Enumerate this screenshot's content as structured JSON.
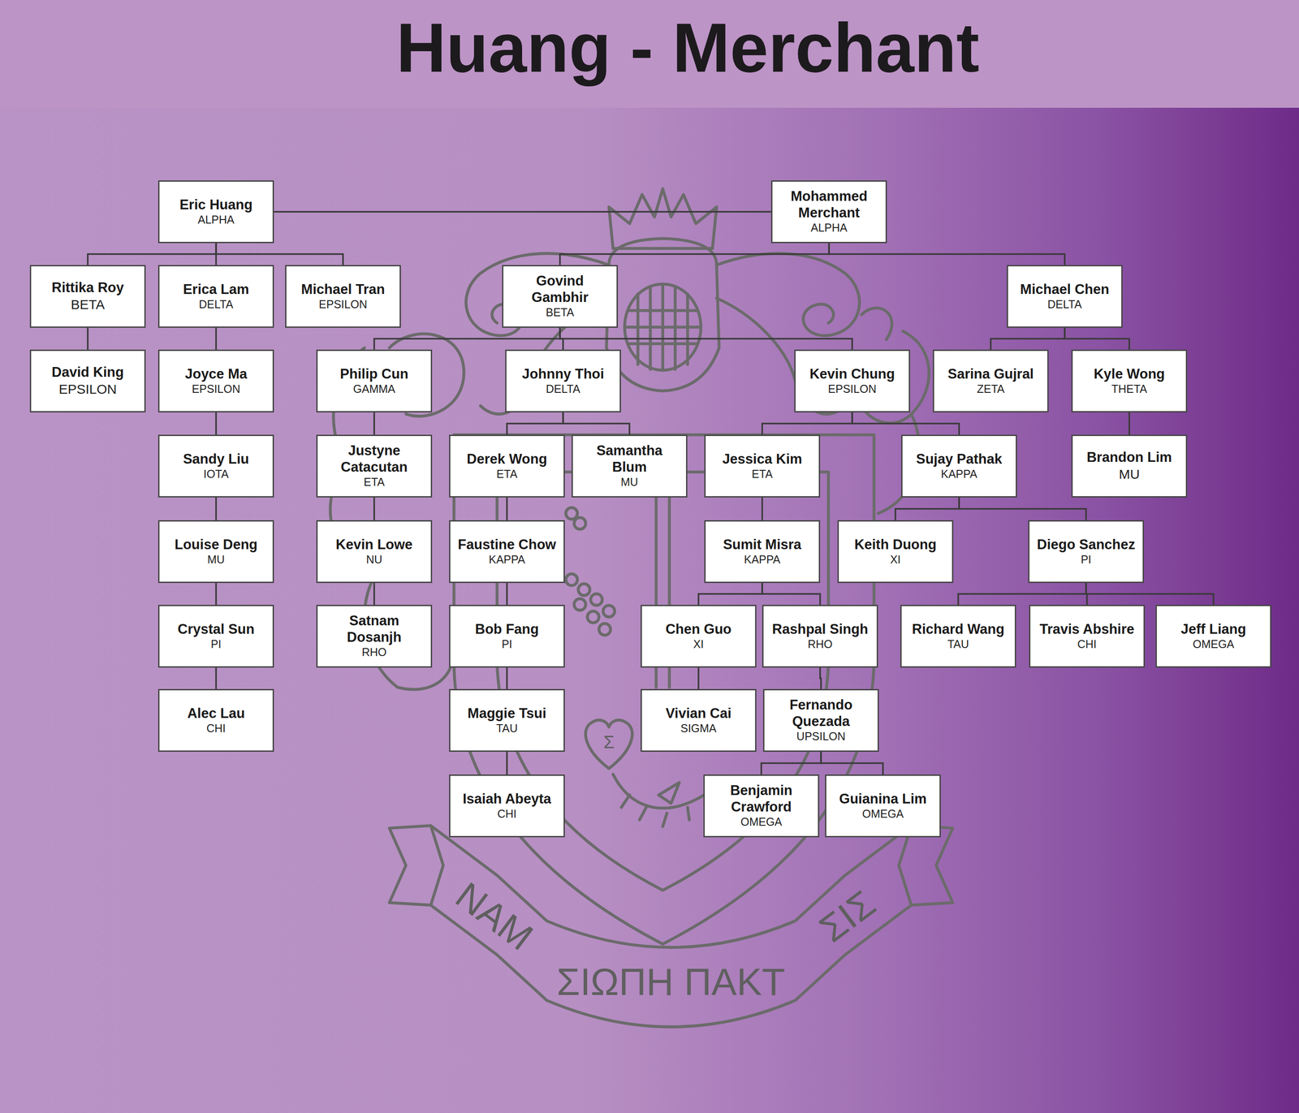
{
  "diagram": {
    "title": "Huang - Merchant",
    "nodes": [
      {
        "text": [
          "Eric Huang",
          "ALPHA"
        ]
      },
      {
        "text": [
          "Mohammed Merchant",
          "ALPHA"
        ]
      },
      {
        "text": [
          "Rittika Roy",
          "BETA"
        ]
      },
      {
        "text": [
          "Erica Lam",
          "DELTA"
        ]
      },
      {
        "text": [
          "Michael Tran",
          "EPSILON"
        ]
      },
      {
        "text": [
          "Govind Gambhir",
          "BETA"
        ]
      },
      {
        "text": [
          "Michael Chen",
          "DELTA"
        ]
      },
      {
        "text": [
          "David King",
          "EPSILON"
        ]
      },
      {
        "text": [
          "Joyce Ma",
          "EPSILON"
        ]
      },
      {
        "text": [
          "Philip Cun",
          "GAMMA"
        ]
      },
      {
        "text": [
          "Johnny Thoi",
          "DELTA"
        ]
      },
      {
        "text": [
          "Kevin Chung",
          "EPSILON"
        ]
      },
      {
        "text": [
          "Sarina Gujral",
          "ZETA"
        ]
      },
      {
        "text": [
          "Kyle Wong",
          "THETA"
        ]
      },
      {
        "text": [
          "Sandy Liu",
          "IOTA"
        ]
      },
      {
        "text": [
          "Justyne Catacutan",
          "ETA"
        ]
      },
      {
        "text": [
          "Derek Wong",
          "ETA"
        ]
      },
      {
        "text": [
          "Samantha Blum",
          "MU"
        ]
      },
      {
        "text": [
          "Jessica Kim",
          "ETA"
        ]
      },
      {
        "text": [
          "Sujay Pathak",
          "KAPPA"
        ]
      },
      {
        "text": [
          "Brandon Lim",
          "MU"
        ]
      },
      {
        "text": [
          "Louise Deng",
          "MU"
        ]
      },
      {
        "text": [
          "Kevin Lowe",
          "NU"
        ]
      },
      {
        "text": [
          "Faustine Chow",
          "KAPPA"
        ]
      },
      {
        "text": [
          "Sumit Misra",
          "KAPPA"
        ]
      },
      {
        "text": [
          "Keith Duong",
          "XI"
        ]
      },
      {
        "text": [
          "Diego Sanchez",
          "PI"
        ]
      },
      {
        "text": [
          "Crystal Sun",
          "PI"
        ]
      },
      {
        "text": [
          "Satnam Dosanjh",
          "RHO"
        ]
      },
      {
        "text": [
          "Bob Fang",
          "PI"
        ]
      },
      {
        "text": [
          "Chen Guo",
          "XI"
        ]
      },
      {
        "text": [
          "Rashpal Singh",
          "RHO"
        ]
      },
      {
        "text": [
          "Richard Wang",
          "TAU"
        ]
      },
      {
        "text": [
          "Travis Abshire",
          "CHI"
        ]
      },
      {
        "text": [
          "Jeff Liang",
          "OMEGA"
        ]
      },
      {
        "text": [
          "Alec Lau",
          "CHI"
        ]
      },
      {
        "text": [
          "Maggie Tsui",
          "TAU"
        ]
      },
      {
        "text": [
          "Vivian Cai",
          "SIGMA"
        ]
      },
      {
        "text": [
          "Fernando Quezada",
          "UPSILON"
        ]
      },
      {
        "text": [
          "Isaiah Abeyta",
          "CHI"
        ]
      },
      {
        "text": [
          "Benjamin Crawford",
          "OMEGA"
        ]
      },
      {
        "text": [
          "Guianina Lim",
          "OMEGA"
        ]
      }
    ],
    "edges": [
      {
        "from": 0,
        "to": 1,
        "arrow": "none"
      },
      {
        "from": 0,
        "to": 2,
        "arrow": "none"
      },
      {
        "from": 0,
        "to": 3,
        "arrow": "none"
      },
      {
        "from": 0,
        "to": 4,
        "arrow": "none"
      },
      {
        "from": 1,
        "to": 5,
        "arrow": "none"
      },
      {
        "from": 1,
        "to": 6,
        "arrow": "none"
      },
      {
        "from": 2,
        "to": 7,
        "arrow": "none"
      },
      {
        "from": 3,
        "to": 8,
        "arrow": "none"
      },
      {
        "from": 5,
        "to": 9,
        "arrow": "none"
      },
      {
        "from": 5,
        "to": 10,
        "arrow": "none"
      },
      {
        "from": 5,
        "to": 11,
        "arrow": "none"
      },
      {
        "from": 6,
        "to": 12,
        "arrow": "none"
      },
      {
        "from": 6,
        "to": 13,
        "arrow": "none"
      },
      {
        "from": 8,
        "to": 14,
        "arrow": "none"
      },
      {
        "from": 9,
        "to": 15,
        "arrow": "none"
      },
      {
        "from": 10,
        "to": 16,
        "arrow": "none"
      },
      {
        "from": 10,
        "to": 17,
        "arrow": "none"
      },
      {
        "from": 11,
        "to": 18,
        "arrow": "none"
      },
      {
        "from": 11,
        "to": 19,
        "arrow": "none"
      },
      {
        "from": 13,
        "to": 20,
        "arrow": "none"
      },
      {
        "from": 14,
        "to": 21,
        "arrow": "none"
      },
      {
        "from": 15,
        "to": 22,
        "arrow": "none"
      },
      {
        "from": 16,
        "to": 23,
        "arrow": "none"
      },
      {
        "from": 18,
        "to": 24,
        "arrow": "none"
      },
      {
        "from": 19,
        "to": 25,
        "arrow": "none"
      },
      {
        "from": 19,
        "to": 26,
        "arrow": "none"
      },
      {
        "from": 21,
        "to": 27,
        "arrow": "none"
      },
      {
        "from": 22,
        "to": 28,
        "arrow": "none"
      },
      {
        "from": 23,
        "to": 29,
        "arrow": "none"
      },
      {
        "from": 24,
        "to": 30,
        "arrow": "none"
      },
      {
        "from": 24,
        "to": 31,
        "arrow": "none"
      },
      {
        "from": 26,
        "to": 32,
        "arrow": "none"
      },
      {
        "from": 26,
        "to": 33,
        "arrow": "none"
      },
      {
        "from": 26,
        "to": 34,
        "arrow": "none"
      },
      {
        "from": 27,
        "to": 35,
        "arrow": "none"
      },
      {
        "from": 29,
        "to": 36,
        "arrow": "none"
      },
      {
        "from": 30,
        "to": 37,
        "arrow": "none"
      },
      {
        "from": 31,
        "to": 38,
        "arrow": "none"
      },
      {
        "from": 36,
        "to": 39,
        "arrow": "none"
      },
      {
        "from": 38,
        "to": 40,
        "arrow": "none"
      },
      {
        "from": 38,
        "to": 41,
        "arrow": "none"
      }
    ],
    "labels": [
      "ΝΑΜ",
      "ΣΙΩΠΗ ΠΑΚΤ",
      "ΣΙΣ",
      "Σ"
    ]
  }
}
